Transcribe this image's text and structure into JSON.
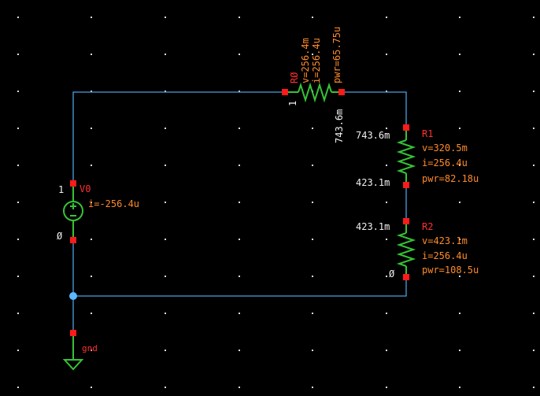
{
  "schematic": {
    "v0": {
      "name": "V0",
      "current": "i=-256.4u",
      "plus_node": "1",
      "minus_node": "Ø"
    },
    "r0": {
      "name": "RØ",
      "voltage": "v=256.4m",
      "current": "i=256.4u",
      "power": "pwr=65.75u",
      "left_node": "1",
      "right_node": "743.6m"
    },
    "r1": {
      "name": "R1",
      "voltage": "v=320.5m",
      "current": "i=256.4u",
      "power": "pwr=82.18u",
      "top_node": "743.6m",
      "bottom_node": "423.1m"
    },
    "r2": {
      "name": "R2",
      "voltage": "v=423.1m",
      "current": "i=256.4u",
      "power": "pwr=108.5u",
      "top_node": "423.1m",
      "bottom_node": "Ø"
    },
    "ground": {
      "name": "gnd"
    }
  },
  "colors": {
    "background": "#000000",
    "wire": "#4aa0e0",
    "component": "#35c435",
    "pin": "#ff1a1a",
    "annotation": "#ff8a2a",
    "node_label": "#f0f0f0",
    "instance_name": "#ff3030",
    "grid": "#dcdcdc"
  }
}
